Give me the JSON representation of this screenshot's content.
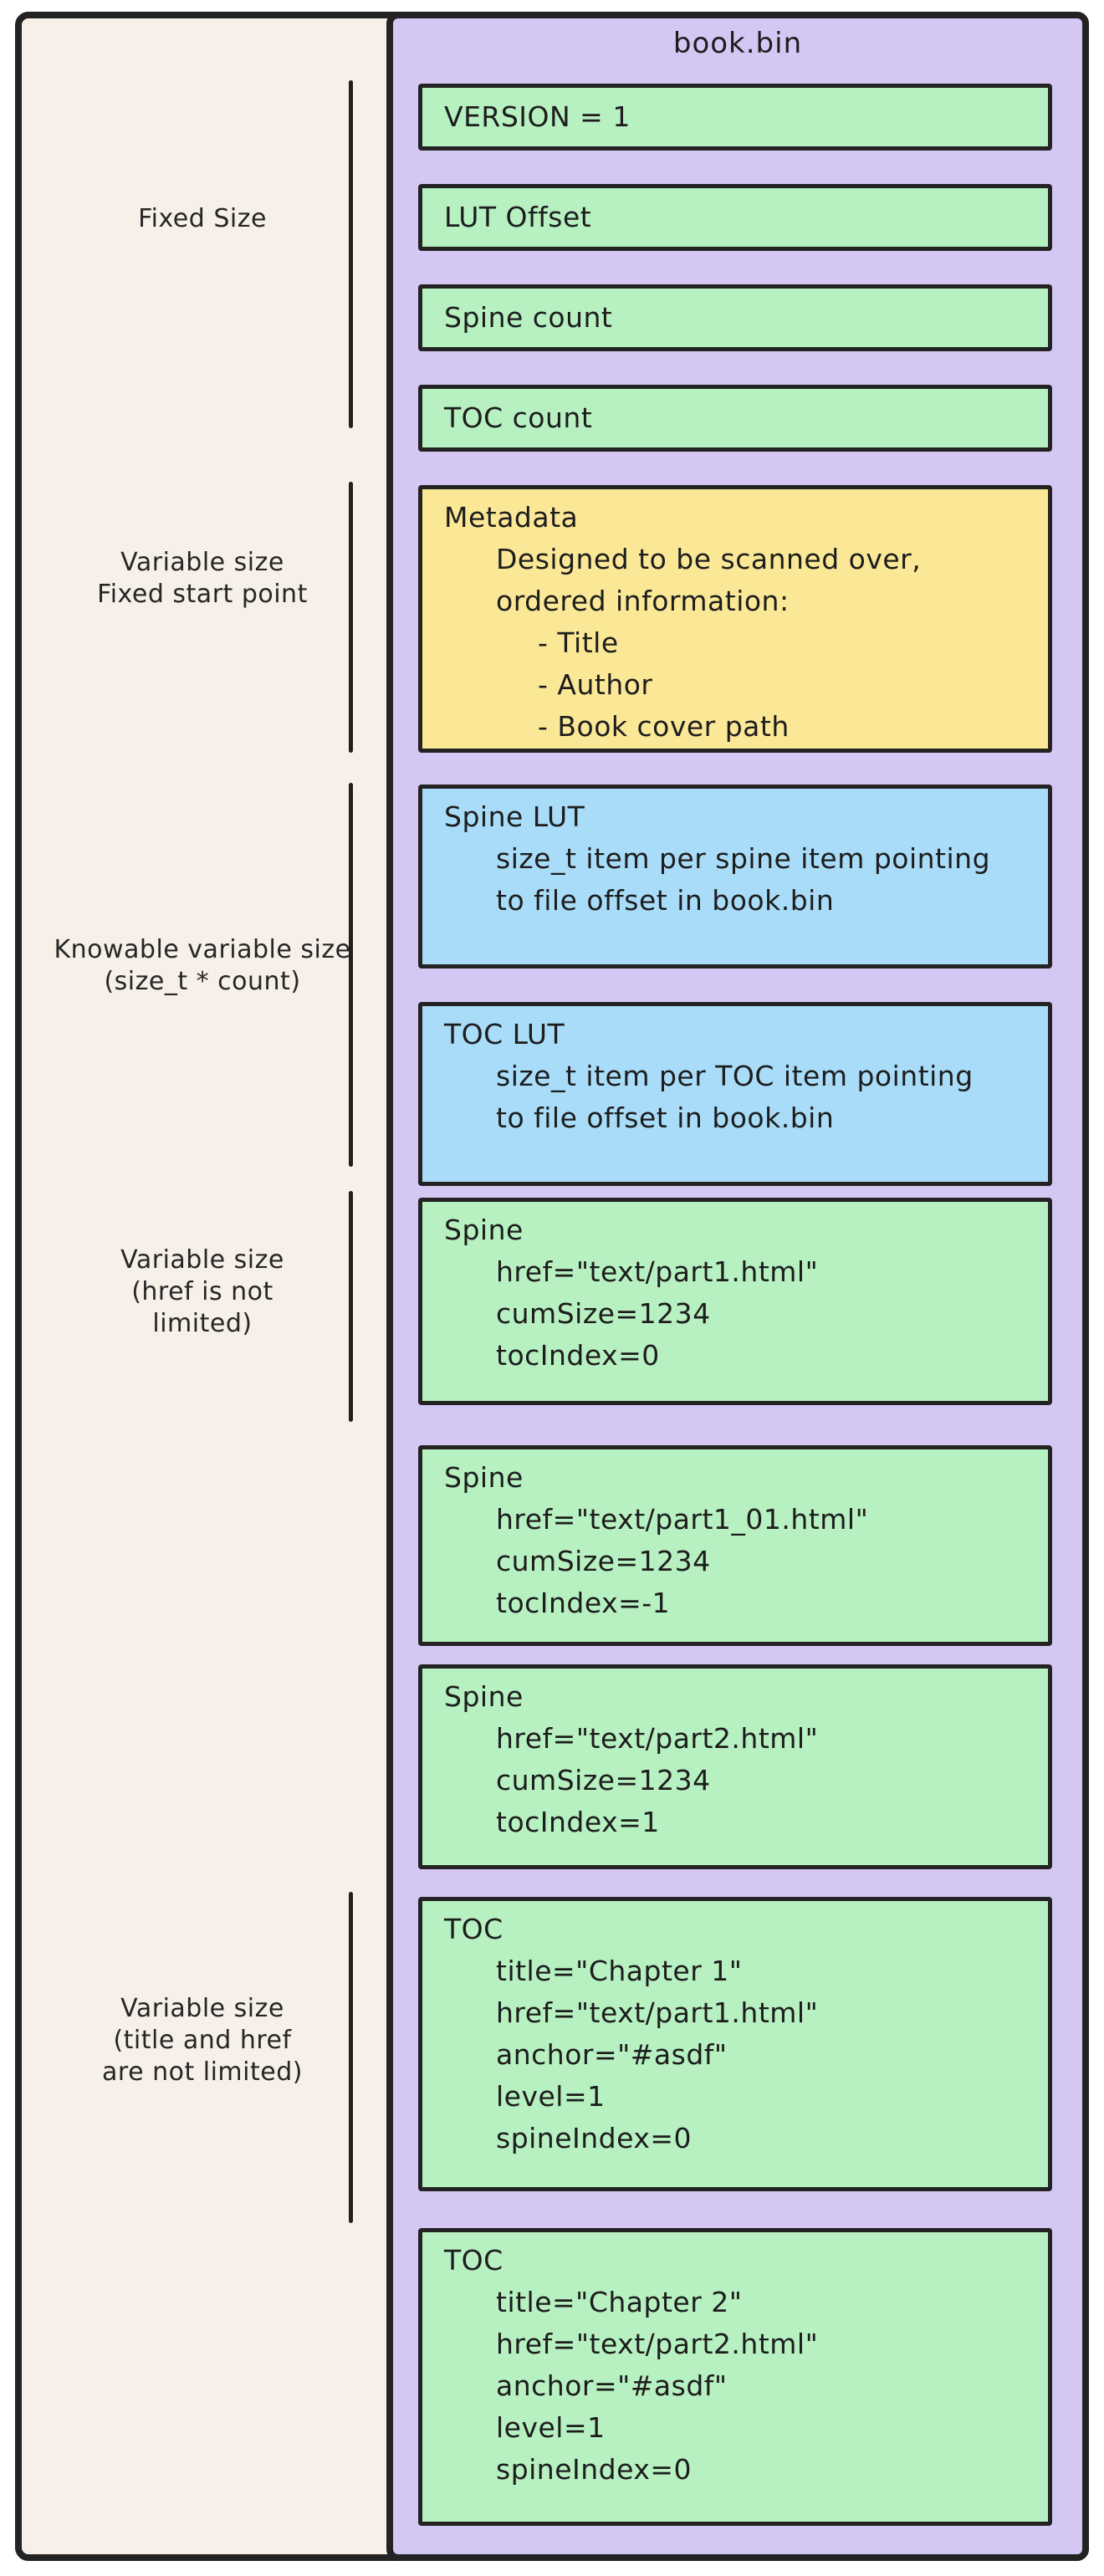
{
  "palette": {
    "canvas": "#f6f0e8",
    "panel": "#d5c7f3",
    "green": "#b7f0c1",
    "yellow": "#fbe896",
    "blue": "#a9dcf8",
    "stroke": "#232323",
    "text": "#1d1d1d"
  },
  "panel": {
    "title": "book.bin"
  },
  "side_labels": [
    {
      "name": "fixed-size",
      "text": "Fixed Size"
    },
    {
      "name": "variable-size-fixed-start",
      "text": "Variable size\nFixed start point"
    },
    {
      "name": "knowable-variable-size",
      "text": "Knowable variable size\n(size_t * count)"
    },
    {
      "name": "variable-size-href",
      "text": "Variable size\n(href is not\nlimited)"
    },
    {
      "name": "variable-size-title-href",
      "text": "Variable size\n(title and href\nare not limited)"
    }
  ],
  "boxes": [
    {
      "name": "version",
      "color": "green",
      "lines": [
        {
          "text": "VERSION = 1",
          "indent": 0
        }
      ]
    },
    {
      "name": "lut-offset",
      "color": "green",
      "lines": [
        {
          "text": "LUT Offset",
          "indent": 0
        }
      ]
    },
    {
      "name": "spine-count",
      "color": "green",
      "lines": [
        {
          "text": "Spine count",
          "indent": 0
        }
      ]
    },
    {
      "name": "toc-count",
      "color": "green",
      "lines": [
        {
          "text": "TOC count",
          "indent": 0
        }
      ]
    },
    {
      "name": "metadata",
      "color": "yellow",
      "lines": [
        {
          "text": "Metadata",
          "indent": 0
        },
        {
          "text": "Designed to be scanned over,",
          "indent": 1
        },
        {
          "text": "ordered information:",
          "indent": 1
        },
        {
          "text": "- Title",
          "indent": 2
        },
        {
          "text": "- Author",
          "indent": 2
        },
        {
          "text": "- Book cover path",
          "indent": 2
        }
      ]
    },
    {
      "name": "spine-lut",
      "color": "blue",
      "lines": [
        {
          "text": "Spine LUT",
          "indent": 0
        },
        {
          "text": "size_t item per spine item pointing",
          "indent": 1
        },
        {
          "text": "to file offset in book.bin",
          "indent": 1
        }
      ]
    },
    {
      "name": "toc-lut",
      "color": "blue",
      "lines": [
        {
          "text": "TOC LUT",
          "indent": 0
        },
        {
          "text": "size_t item per TOC item pointing",
          "indent": 1
        },
        {
          "text": "to file offset in book.bin",
          "indent": 1
        }
      ]
    },
    {
      "name": "spine-1",
      "color": "green",
      "lines": [
        {
          "text": "Spine",
          "indent": 0
        },
        {
          "text": "href=\"text/part1.html\"",
          "indent": 1
        },
        {
          "text": "cumSize=1234",
          "indent": 1
        },
        {
          "text": "tocIndex=0",
          "indent": 1
        }
      ]
    },
    {
      "name": "spine-2",
      "color": "green",
      "lines": [
        {
          "text": "Spine",
          "indent": 0
        },
        {
          "text": "href=\"text/part1_01.html\"",
          "indent": 1
        },
        {
          "text": "cumSize=1234",
          "indent": 1
        },
        {
          "text": "tocIndex=-1",
          "indent": 1
        }
      ]
    },
    {
      "name": "spine-3",
      "color": "green",
      "lines": [
        {
          "text": "Spine",
          "indent": 0
        },
        {
          "text": "href=\"text/part2.html\"",
          "indent": 1
        },
        {
          "text": "cumSize=1234",
          "indent": 1
        },
        {
          "text": "tocIndex=1",
          "indent": 1
        }
      ]
    },
    {
      "name": "toc-1",
      "color": "green",
      "lines": [
        {
          "text": "TOC",
          "indent": 0
        },
        {
          "text": "title=\"Chapter 1\"",
          "indent": 1
        },
        {
          "text": "href=\"text/part1.html\"",
          "indent": 1
        },
        {
          "text": "anchor=\"#asdf\"",
          "indent": 1
        },
        {
          "text": "level=1",
          "indent": 1
        },
        {
          "text": "spineIndex=0",
          "indent": 1
        }
      ]
    },
    {
      "name": "toc-2",
      "color": "green",
      "lines": [
        {
          "text": "TOC",
          "indent": 0
        },
        {
          "text": "title=\"Chapter 2\"",
          "indent": 1
        },
        {
          "text": "href=\"text/part2.html\"",
          "indent": 1
        },
        {
          "text": "anchor=\"#asdf\"",
          "indent": 1
        },
        {
          "text": "level=1",
          "indent": 1
        },
        {
          "text": "spineIndex=0",
          "indent": 1
        }
      ]
    }
  ]
}
